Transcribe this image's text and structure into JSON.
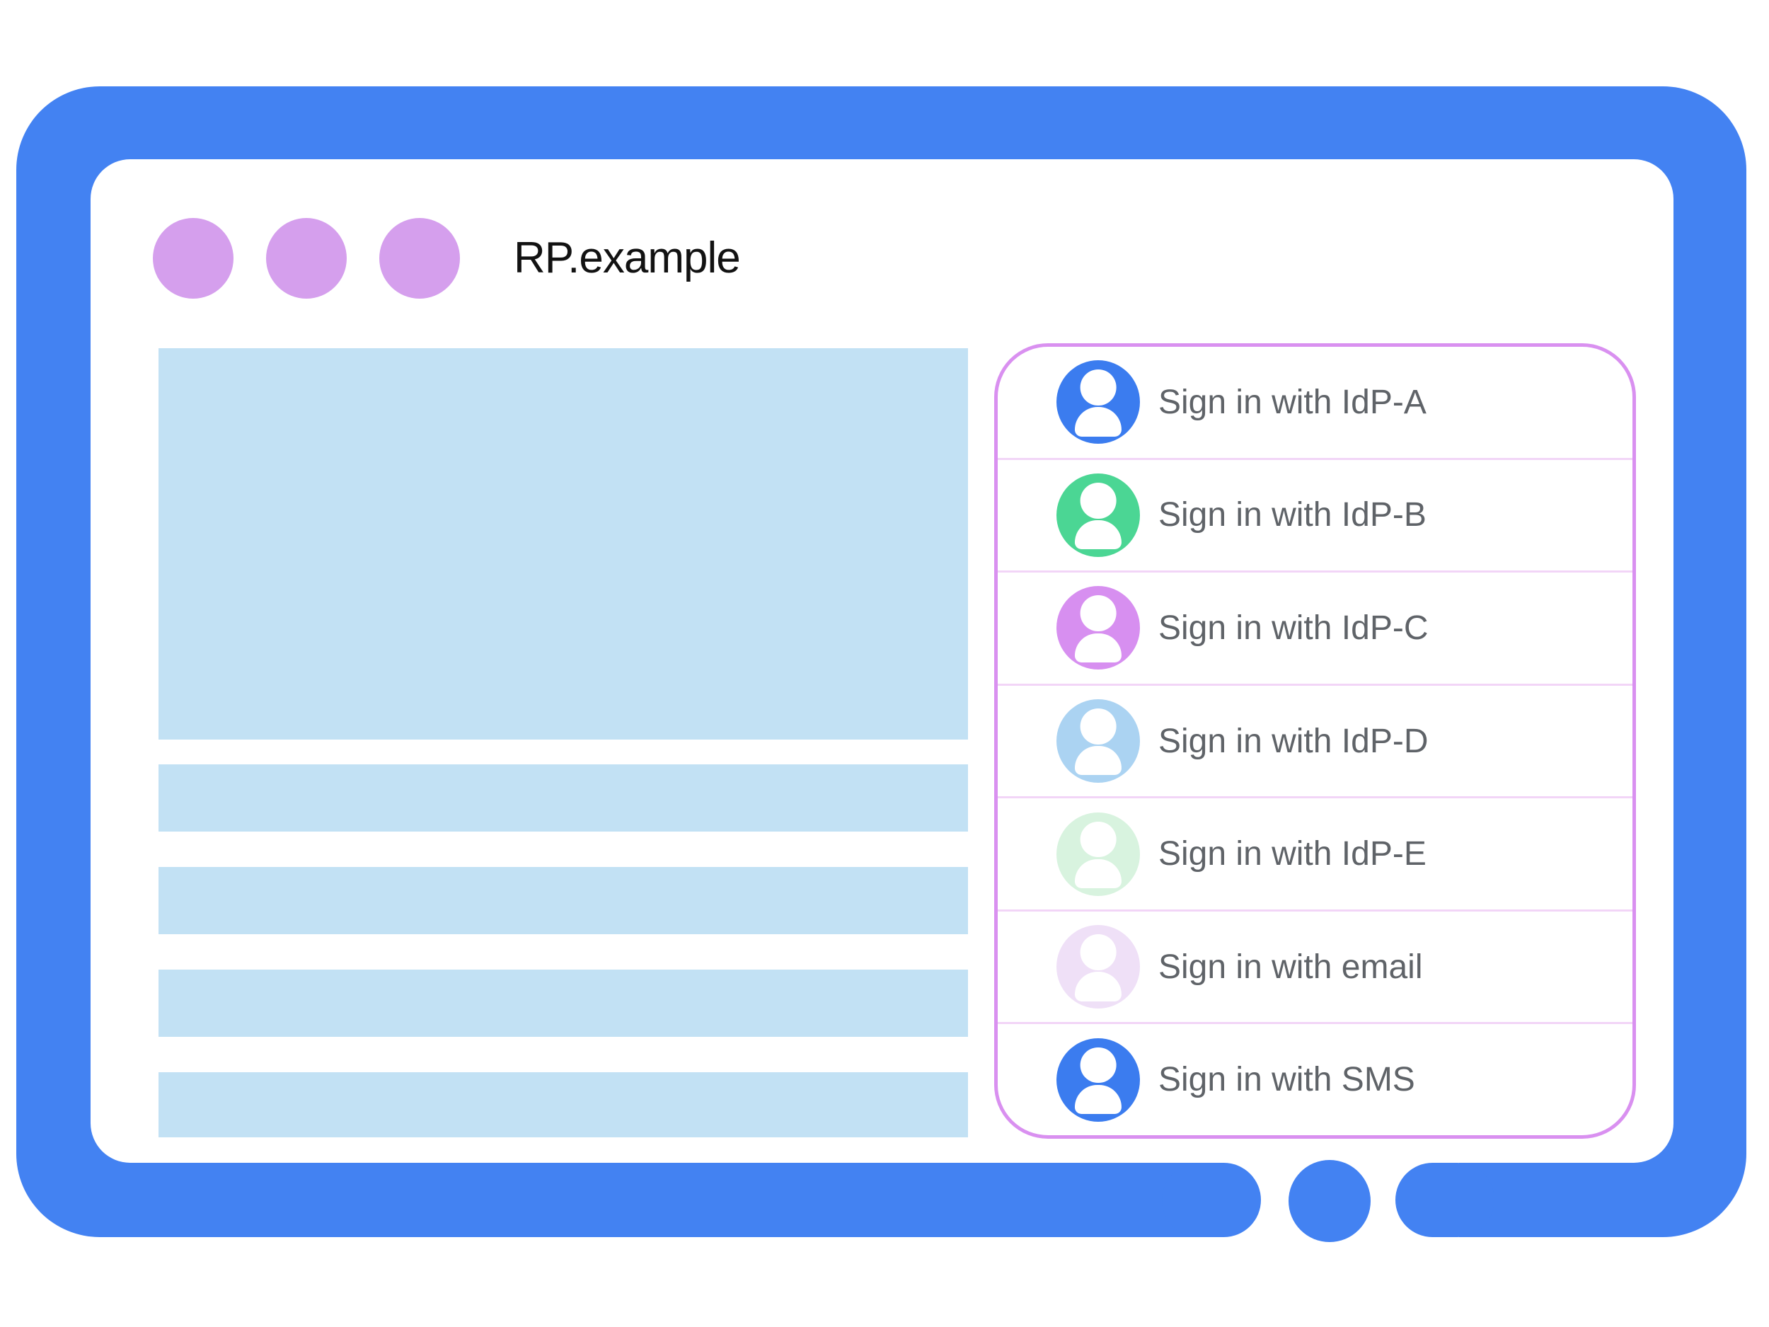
{
  "frame": {
    "bezel_color": "#4382F2"
  },
  "titlebar": {
    "site_name": "RP.example",
    "control_color": "#D59FED"
  },
  "content": {
    "placeholder_color": "#C2E1F4"
  },
  "panel": {
    "border_color": "#D990F0",
    "divider_color": "#F2D5F7",
    "label_color": "#5F6368",
    "items": [
      {
        "label": "Sign in with IdP-A",
        "avatar_color": "#3B7CEF"
      },
      {
        "label": "Sign in with IdP-B",
        "avatar_color": "#4BD694"
      },
      {
        "label": "Sign in with IdP-C",
        "avatar_color": "#D78FF0"
      },
      {
        "label": "Sign in with IdP-D",
        "avatar_color": "#ABD3F2"
      },
      {
        "label": "Sign in with IdP-E",
        "avatar_color": "#D8F3DF"
      },
      {
        "label": "Sign in with email",
        "avatar_color": "#EFE0F7"
      },
      {
        "label": "Sign in with SMS",
        "avatar_color": "#3B7CEF"
      }
    ]
  }
}
